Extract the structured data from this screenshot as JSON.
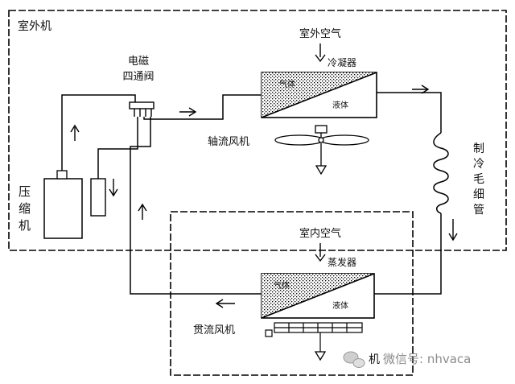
{
  "outdoor_unit": {
    "title": "室外机"
  },
  "outdoor_air": {
    "label": "室外空气"
  },
  "condenser": {
    "label": "冷凝器",
    "gas_label": "气体",
    "liquid_label": "液体"
  },
  "four_way_valve": {
    "label_line1": "电磁",
    "label_line2": "四通阀"
  },
  "axial_fan": {
    "label": "轴流风机"
  },
  "compressor": {
    "chars": [
      "压",
      "缩",
      "机"
    ]
  },
  "capillary": {
    "chars": [
      "制",
      "冷",
      "毛",
      "细",
      "管"
    ]
  },
  "indoor_air": {
    "label": "室内空气"
  },
  "evaporator": {
    "label": "蒸发器",
    "gas_label": "气体",
    "liquid_label": "液体"
  },
  "crossflow_fan": {
    "label": "贯流风机"
  },
  "watermark": {
    "text": "微信号: nhvaca",
    "partial_text": "机"
  }
}
